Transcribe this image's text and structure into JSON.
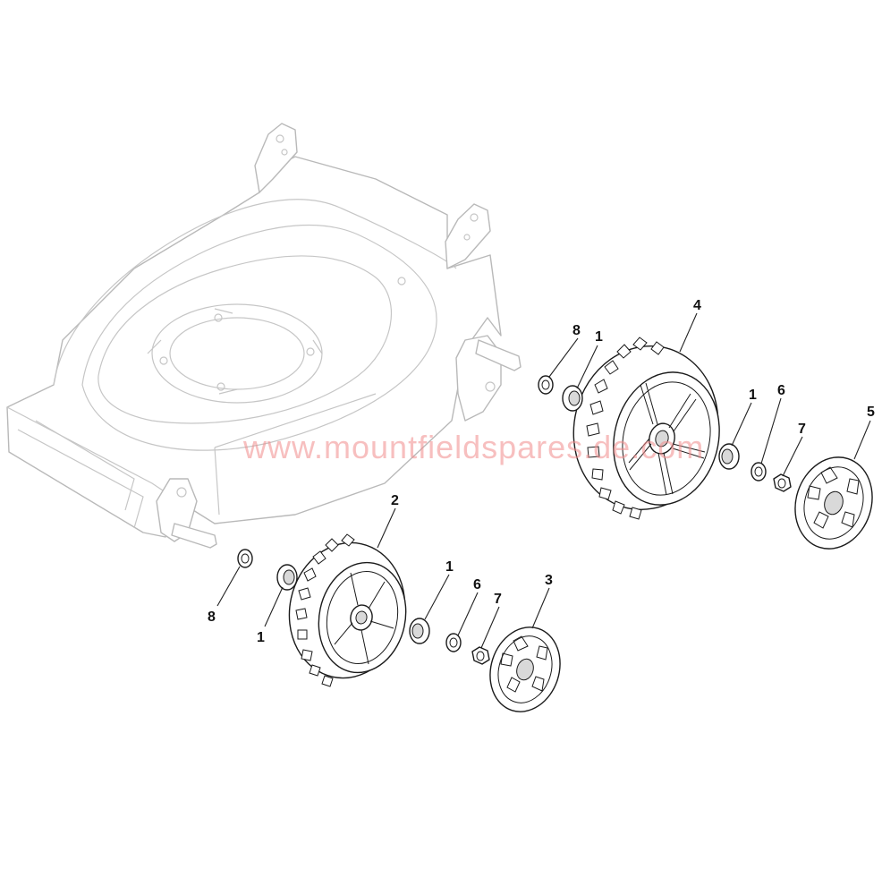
{
  "watermark": "www.mountfieldspares.de.com",
  "callouts": [
    {
      "id": "c8a",
      "label": "8"
    },
    {
      "id": "c1a",
      "label": "1"
    },
    {
      "id": "c4",
      "label": "4"
    },
    {
      "id": "c1b",
      "label": "1"
    },
    {
      "id": "c6a",
      "label": "6"
    },
    {
      "id": "c7a",
      "label": "7"
    },
    {
      "id": "c5",
      "label": "5"
    },
    {
      "id": "c2",
      "label": "2"
    },
    {
      "id": "c1c",
      "label": "1"
    },
    {
      "id": "c6b",
      "label": "6"
    },
    {
      "id": "c7b",
      "label": "7"
    },
    {
      "id": "c3",
      "label": "3"
    },
    {
      "id": "c8b",
      "label": "8"
    },
    {
      "id": "c1d",
      "label": "1"
    }
  ]
}
